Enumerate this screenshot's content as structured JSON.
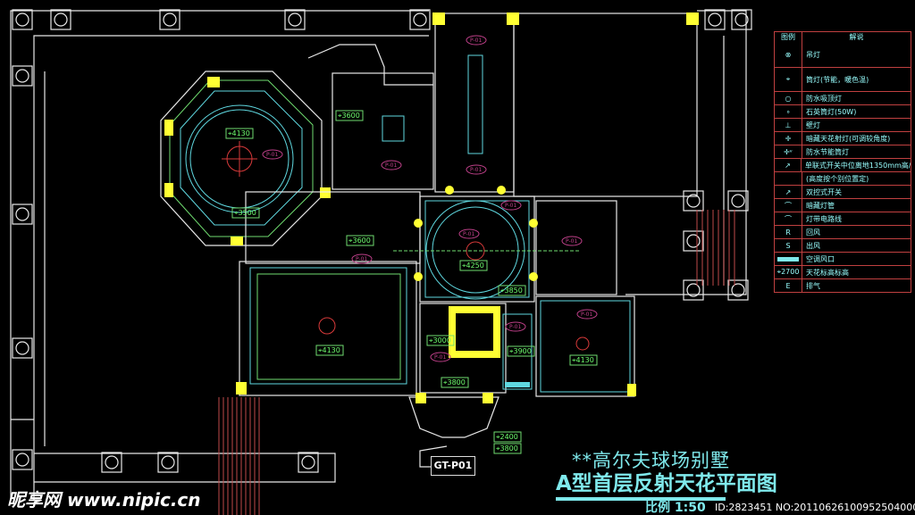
{
  "drawing": {
    "title_line1": "**高尔夫球场别墅",
    "title_line2": "A型首层反射天花平面图",
    "scale": "比例 1:50",
    "callout": "GT-P01",
    "elevation_labels": [
      "4130",
      "3500",
      "3600",
      "3600",
      "4130",
      "4250",
      "3850",
      "3000",
      "3900",
      "4130",
      "3800",
      "2400",
      "3800"
    ],
    "material_tag": "P-01"
  },
  "legend": {
    "header_symbol": "图例",
    "header_desc": "解说",
    "items": [
      {
        "icon": "chandelier-icon",
        "symbol": "⊗",
        "desc": "吊灯"
      },
      {
        "icon": "downlight-icon",
        "symbol": "⌖",
        "desc": "筒灯(节能，暖色温)"
      },
      {
        "icon": "waterproof-ceiling-light-icon",
        "symbol": "○",
        "desc": "防水吸顶灯"
      },
      {
        "icon": "quartz-downlight-icon",
        "symbol": "∘",
        "desc": "石英筒灯(50W)"
      },
      {
        "icon": "wall-lamp-icon",
        "symbol": "⊥",
        "desc": "壁灯"
      },
      {
        "icon": "spotlight-icon",
        "symbol": "✛",
        "desc": "暗藏天花射灯(可调较角度)"
      },
      {
        "icon": "waterproof-downlight-icon",
        "symbol": "✛ᵛ",
        "desc": "防水节能筒灯"
      },
      {
        "icon": "switch-icon",
        "symbol": "↗",
        "desc": "单联式开关中位离地1350mm高/"
      },
      {
        "icon": "",
        "symbol": "",
        "desc": "(高度按个别位置定)"
      },
      {
        "icon": "double-switch-icon",
        "symbol": "↗",
        "desc": "双控式开关"
      },
      {
        "icon": "hidden-tube-icon",
        "symbol": "⌒",
        "desc": "暗藏灯管"
      },
      {
        "icon": "circuit-line-icon",
        "symbol": "⌒",
        "desc": "灯带电路线"
      },
      {
        "icon": "return-air-icon",
        "symbol": "R",
        "desc": "回风"
      },
      {
        "icon": "supply-air-icon",
        "symbol": "S",
        "desc": "出风"
      },
      {
        "icon": "ac-vent-icon",
        "symbol": "▬",
        "desc": "空调风口"
      },
      {
        "icon": "ceiling-height-icon",
        "symbol": "⌖2700",
        "desc": "天花标高标高"
      },
      {
        "icon": "exhaust-icon",
        "symbol": "E",
        "desc": "排气"
      }
    ]
  },
  "watermark": {
    "site": "昵享网 www.nipic.cn",
    "id": "ID:2823451 NO:20110626100952504000"
  },
  "colors": {
    "background": "#000000",
    "wall": "#e8e8e8",
    "ceiling": "#5fd8e0",
    "column": "#ffff33",
    "label": "#6fff6f",
    "tag": "#c0408a"
  }
}
